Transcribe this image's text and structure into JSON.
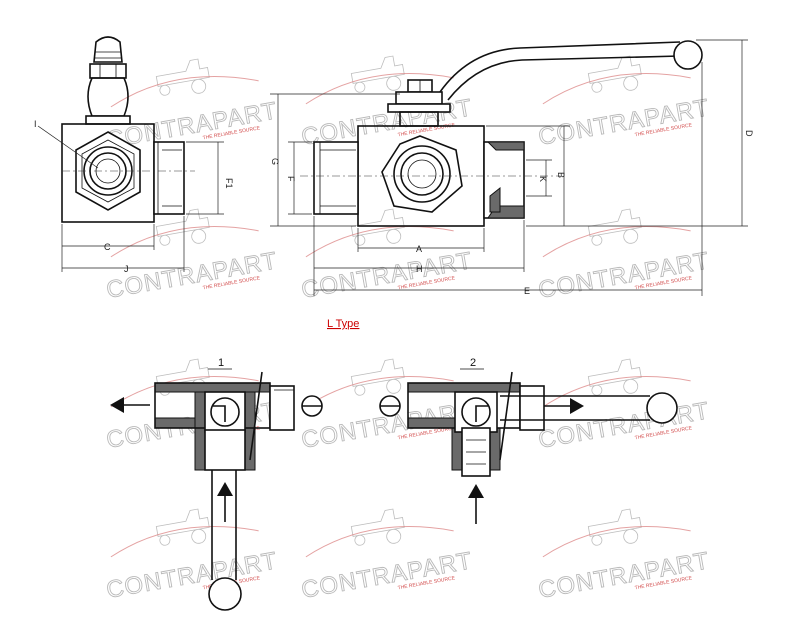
{
  "diagram": {
    "type_label": "L Type",
    "position_labels": [
      "1",
      "2"
    ],
    "dimension_labels": {
      "I": "I",
      "F1": "F1",
      "C": "C",
      "J": "J",
      "G": "G",
      "F": "F",
      "A": "A",
      "H": "H",
      "E": "E",
      "K": "K",
      "B": "B",
      "D": "D"
    }
  },
  "watermark": {
    "brand": "CONTRAPART",
    "tagline": "THE RELIABLE SOURCE"
  },
  "colors": {
    "title": "#cc0000",
    "hatch": "#6a6a6a",
    "watermark_swoosh": "#d97a7a"
  }
}
